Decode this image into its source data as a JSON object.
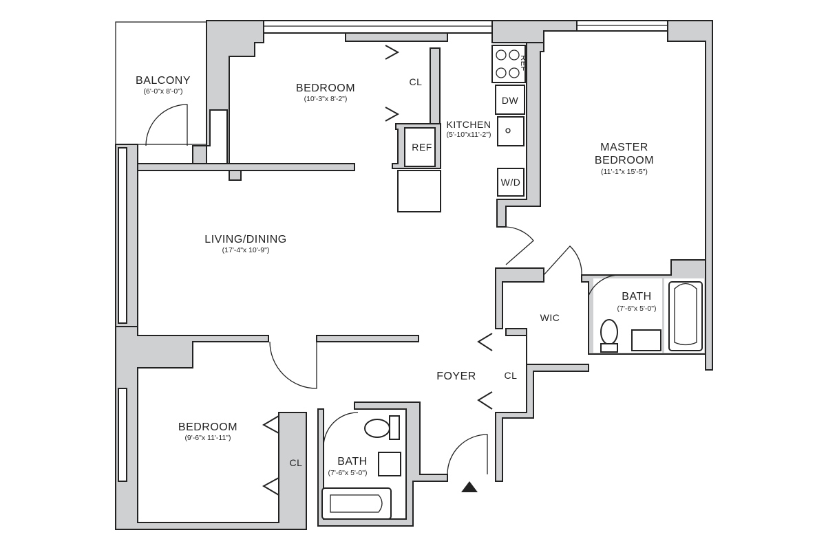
{
  "rooms": {
    "balcony": {
      "name": "BALCONY",
      "dims": "(6'-0\"x 8'-0\")"
    },
    "bedroom_top": {
      "name": "BEDROOM",
      "dims": "(10'-3\"x 8'-2\")"
    },
    "closet_top": {
      "name": "CL"
    },
    "kitchen": {
      "name": "KITCHEN",
      "dims": "(5'-10\"x11'-2\")"
    },
    "master": {
      "name1": "MASTER",
      "name2": "BEDROOM",
      "dims": "(11'-1\"x 15'-5\")"
    },
    "living": {
      "name": "LIVING/DINING",
      "dims": "(17'-4\"x 10'-9\")"
    },
    "wic": {
      "name": "WIC"
    },
    "bath_master": {
      "name": "BATH",
      "dims": "(7'-6\"x 5'-0\")"
    },
    "foyer": {
      "name": "FOYER"
    },
    "closet_foyer": {
      "name": "CL"
    },
    "bedroom_bottom": {
      "name": "BEDROOM",
      "dims": "(9'-6\"x 11'-11\")"
    },
    "closet_bottom": {
      "name": "CL"
    },
    "bath_hall": {
      "name": "BATH",
      "dims": "(7'-6\"x 5'-0\")"
    }
  },
  "appliances": {
    "ref": "REF",
    "ref_range": "REF",
    "dw": "DW",
    "wd": "W/D"
  },
  "colors": {
    "wall": "#cfd0d1",
    "line": "#222222"
  }
}
